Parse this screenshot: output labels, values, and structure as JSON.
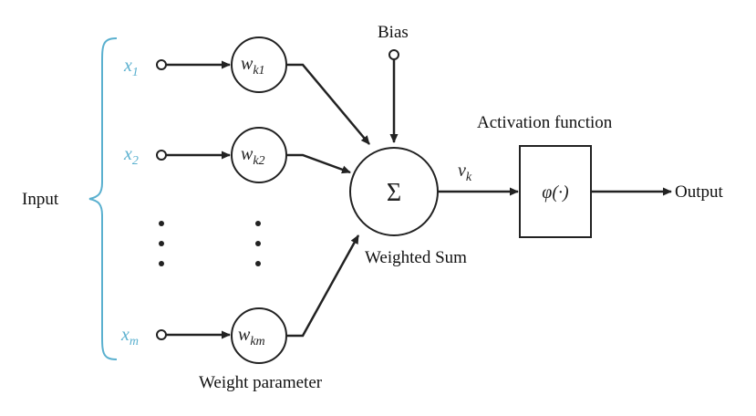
{
  "labels": {
    "input": "Input",
    "bias": "Bias",
    "activation_function": "Activation function",
    "weighted_sum": "Weighted Sum",
    "output": "Output",
    "weight_parameter": "Weight parameter"
  },
  "inputs": [
    {
      "var": "x",
      "sub": "1"
    },
    {
      "var": "x",
      "sub": "2"
    },
    {
      "var": "x",
      "sub": "m"
    }
  ],
  "weights": [
    {
      "var": "w",
      "sub": "k1"
    },
    {
      "var": "w",
      "sub": "k2"
    },
    {
      "var": "w",
      "sub": "km"
    }
  ],
  "sum_symbol": "Σ",
  "induced_field": {
    "var": "v",
    "sub": "k"
  },
  "activation": "φ(·)",
  "colors": {
    "input_vars": "#5ab0cf",
    "lines": "#222222",
    "text": "#111111"
  }
}
